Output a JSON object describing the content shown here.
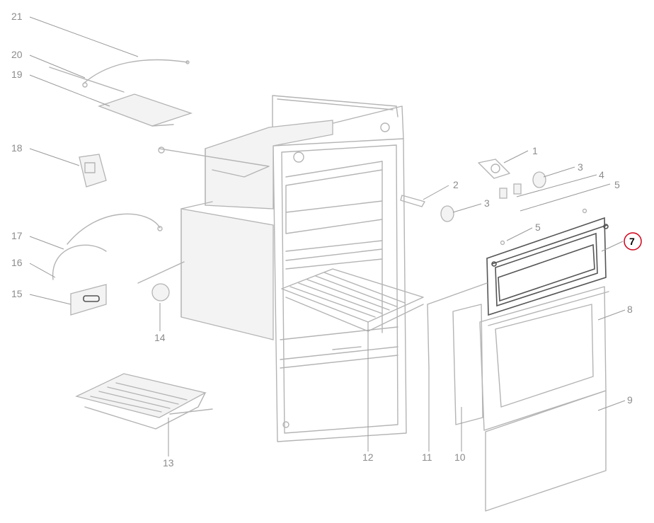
{
  "diagram": {
    "highlight_color": "#d0021b",
    "highlighted_label": "7",
    "callouts": [
      {
        "label": "1"
      },
      {
        "label": "2"
      },
      {
        "label": "3"
      },
      {
        "label": "3"
      },
      {
        "label": "4"
      },
      {
        "label": "5"
      },
      {
        "label": "5"
      },
      {
        "label": "7"
      },
      {
        "label": "8"
      },
      {
        "label": "9"
      },
      {
        "label": "10"
      },
      {
        "label": "11"
      },
      {
        "label": "12"
      },
      {
        "label": "13"
      },
      {
        "label": "14"
      },
      {
        "label": "15"
      },
      {
        "label": "16"
      },
      {
        "label": "17"
      },
      {
        "label": "18"
      },
      {
        "label": "19"
      },
      {
        "label": "20"
      },
      {
        "label": "21"
      }
    ]
  }
}
